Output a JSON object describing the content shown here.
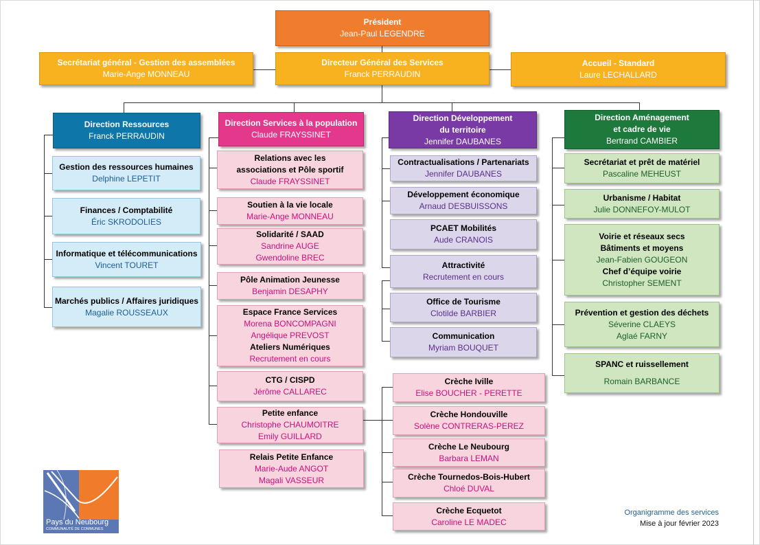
{
  "president": {
    "title": "Président",
    "name": "Jean-Paul LEGENDRE"
  },
  "secretariat": {
    "title": "Secrétariat général - Gestion des assemblées",
    "name": "Marie-Ange MONNEAU"
  },
  "dgs": {
    "title": "Directeur Général des Services",
    "name": "Franck PERRAUDIN"
  },
  "accueil": {
    "title": "Accueil - Standard",
    "name": "Laure LECHALLARD"
  },
  "dir_ressources": {
    "title": "Direction Ressources",
    "name": "Franck PERRAUDIN",
    "items": [
      {
        "title": "Gestion des ressources humaines",
        "names": [
          "Delphine LEPETIT"
        ]
      },
      {
        "title": "Finances  /  Comptabilité",
        "names": [
          "Éric SKRODOLIES"
        ]
      },
      {
        "title": "Informatique et télécommunications",
        "names": [
          "Vincent TOURET"
        ]
      },
      {
        "title": "Marchés publics / Affaires juridiques",
        "names": [
          "Magalie ROUSSEAUX"
        ]
      }
    ]
  },
  "dir_population": {
    "title": "Direction Services à la population",
    "name": "Claude FRAYSSINET",
    "items": [
      {
        "lines": [
          {
            "t": "Relations avec les",
            "b": true
          },
          {
            "t": "associations et Pôle sportif",
            "b": true
          },
          {
            "t": "Claude FRAYSSINET",
            "b": false
          }
        ]
      },
      {
        "lines": [
          {
            "t": "Soutien à la vie locale",
            "b": true
          },
          {
            "t": "Marie-Ange MONNEAU",
            "b": false
          }
        ]
      },
      {
        "lines": [
          {
            "t": "Solidarité / SAAD",
            "b": true
          },
          {
            "t": "Sandrine AUGE",
            "b": false
          },
          {
            "t": "Gwendoline BREC",
            "b": false
          }
        ]
      },
      {
        "lines": [
          {
            "t": "Pôle Animation Jeunesse",
            "b": true
          },
          {
            "t": "Benjamin DESAPHY",
            "b": false
          }
        ]
      },
      {
        "lines": [
          {
            "t": "Espace France Services",
            "b": true
          },
          {
            "t": "Morena BONCOMPAGNI",
            "b": false
          },
          {
            "t": "Angélique PREVOST",
            "b": false
          },
          {
            "t": "Ateliers Numériques",
            "b": true
          },
          {
            "t": "Recrutement en cours",
            "b": false
          }
        ]
      },
      {
        "lines": [
          {
            "t": "CTG / CISPD",
            "b": true
          },
          {
            "t": "Jérôme CALLAREC",
            "b": false
          }
        ]
      },
      {
        "lines": [
          {
            "t": "Petite enfance",
            "b": true
          },
          {
            "t": "Christophe CHAUMOITRE",
            "b": false
          },
          {
            "t": "Emily GUILLARD",
            "b": false
          }
        ]
      },
      {
        "lines": [
          {
            "t": "Relais Petite Enfance",
            "b": true
          },
          {
            "t": "Marie-Aude ANGOT",
            "b": false
          },
          {
            "t": "Magali VASSEUR",
            "b": false
          }
        ]
      }
    ]
  },
  "creches": [
    {
      "title": "Crèche Iville",
      "name": "Elise BOUCHER - PERETTE"
    },
    {
      "title": "Crèche Hondouville",
      "name": "Solène CONTRERAS-PEREZ"
    },
    {
      "title": "Crèche Le Neubourg",
      "name": "Barbara LEMAN"
    },
    {
      "title": "Crèche Tournedos-Bois-Hubert",
      "name": "Chloé DUVAL"
    },
    {
      "title": "Crèche Ecquetot",
      "name": "Caroline LE MADEC"
    }
  ],
  "dir_developpement": {
    "title_l1": "Direction Développement",
    "title_l2": "du territoire",
    "name": "Jennifer DAUBANES",
    "items": [
      {
        "title": "Contractualisations / Partenariats",
        "name": "Jennifer DAUBANES"
      },
      {
        "title": "Développement économique",
        "name": "Arnaud DESBUISSONS"
      },
      {
        "title": "PCAET Mobilités",
        "name": "Aude CRANOIS"
      },
      {
        "title": "Attractivité",
        "name": "Recrutement en cours"
      },
      {
        "title": "Office de Tourisme",
        "name": "Clotilde BARBIER"
      },
      {
        "title": "Communication",
        "name": "Myriam BOUQUET"
      }
    ]
  },
  "dir_amenagement": {
    "title_l1": "Direction Aménagement",
    "title_l2": "et cadre de vie",
    "name": "Bertrand CAMBIER",
    "items": [
      {
        "lines": [
          {
            "t": "Secrétariat et prêt de matériel",
            "b": true
          },
          {
            "t": "Pascaline MEHEUST",
            "b": false
          }
        ]
      },
      {
        "lines": [
          {
            "t": "Urbanisme / Habitat",
            "b": true
          },
          {
            "t": "Julie DONNEFOY-MULOT",
            "b": false
          }
        ]
      },
      {
        "lines": [
          {
            "t": "Voirie et réseaux secs",
            "b": true
          },
          {
            "t": "Bâtiments et moyens",
            "b": true
          },
          {
            "t": "Jean-Fabien GOUGEON",
            "b": false
          },
          {
            "t": "Chef d’équipe voirie",
            "b": true
          },
          {
            "t": "Christopher SEMENT",
            "b": false
          }
        ]
      },
      {
        "lines": [
          {
            "t": "Prévention et gestion des déchets",
            "b": true
          },
          {
            "t": "Séverine CLAEYS",
            "b": false
          },
          {
            "t": "Aglaé FARNY",
            "b": false
          }
        ]
      },
      {
        "lines": [
          {
            "t": "SPANC et ruissellement",
            "b": true
          },
          {
            "t": "",
            "b": false
          },
          {
            "t": "Romain BARBANCE",
            "b": false
          }
        ]
      }
    ]
  },
  "logo": {
    "line1": "Pays du Neubourg",
    "line2": "COMMUNAUTÉ DE COMMUNES"
  },
  "footer": {
    "title": "Organigramme des services",
    "date": "Mise à jour février 2023"
  },
  "colors": {
    "president": "#f07c2e",
    "gold": "#f8b21f",
    "ressources": "#0e76a8",
    "population": "#e4388c",
    "developpement": "#7a3aa6",
    "amenagement": "#1e7a3c"
  }
}
